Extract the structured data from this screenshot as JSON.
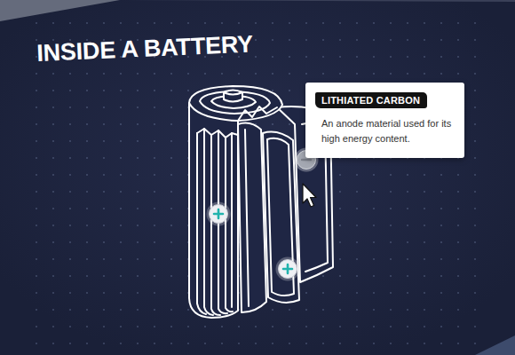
{
  "diagram": {
    "title": "INSIDE A BATTERY",
    "nodes": [
      {
        "text": [
          "LITHIATED CARBON",
          "An anode material used for its high energy content."
        ]
      }
    ]
  }
}
